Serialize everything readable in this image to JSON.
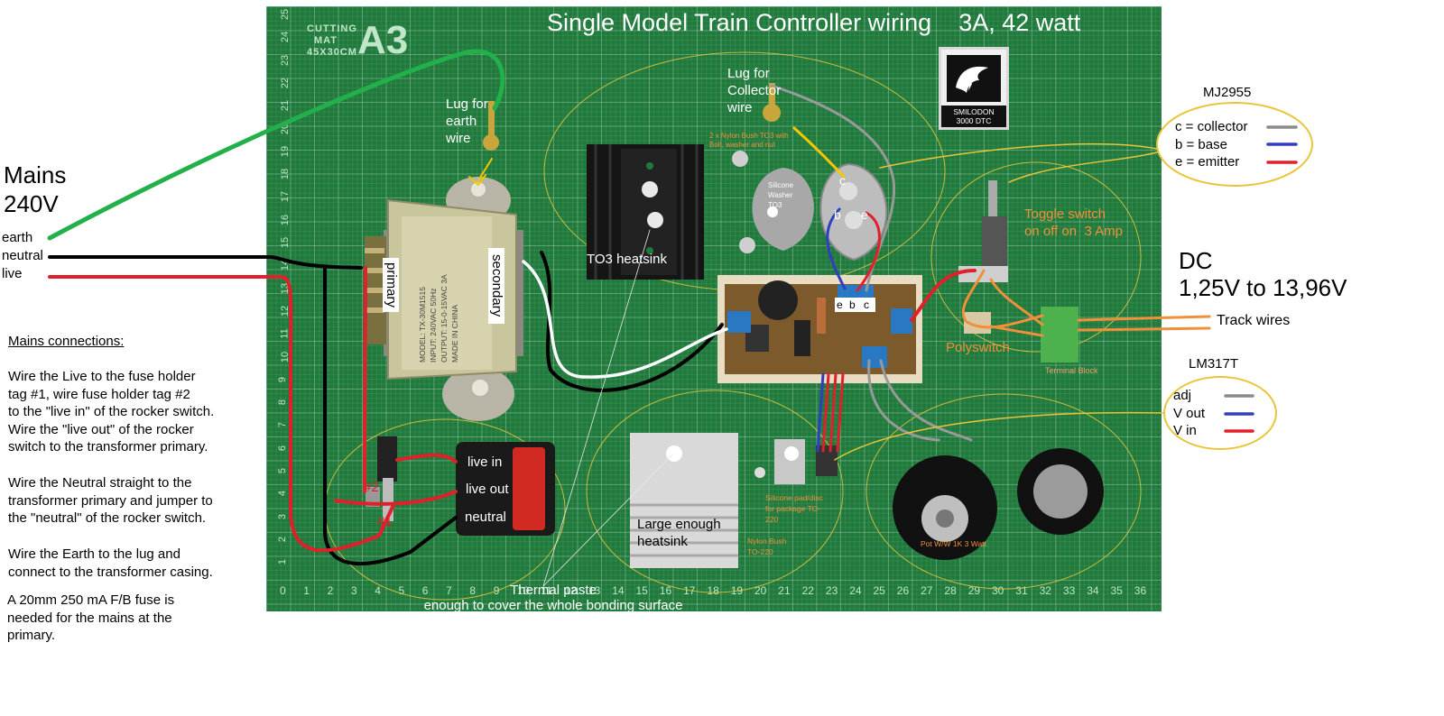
{
  "title": "Single Model Train Controller wiring    3A, 42 watt",
  "mat": {
    "brand_top": "CUTTING",
    "brand_mid": "MAT",
    "brand_size": "45X30CM",
    "format": "A3"
  },
  "logo": {
    "line1": "SMILODON",
    "line2": "3000 DTC"
  },
  "mains": {
    "title_line1": "Mains",
    "title_line2": "240V",
    "earth": "earth",
    "neutral": "neutral",
    "live": "live"
  },
  "mains_connections": {
    "heading": "Mains connections:",
    "para1": [
      "Wire the Live to the fuse holder",
      "tag #1, wire fuse holder tag #2",
      "to the \"live in\" of the rocker switch.",
      "Wire the \"live out\" of the rocker",
      "switch to the transformer primary."
    ],
    "para2": [
      "Wire the Neutral straight to the",
      "transformer primary and jumper to",
      "the \"neutral\" of the rocker switch."
    ],
    "para3": [
      "Wire the Earth to the lug and",
      "connect to the transformer casing."
    ],
    "para4": [
      "A 20mm 250 mA F/B fuse is",
      "needed for the mains at the",
      "primary."
    ]
  },
  "transformer": {
    "primary": "primary",
    "secondary": "secondary",
    "plate": [
      "MODEL: TX-30M1515",
      "INPUT: 240VAC 50Hz",
      "OUTPUT: 15-0-15VAC 3A",
      "MADE IN CHINA"
    ]
  },
  "earth_lug": {
    "line1": "Lug for",
    "line2": "earth",
    "line3": "wire"
  },
  "collector_lug": {
    "line1": "Lug for",
    "line2": "Collector",
    "line3": "wire"
  },
  "nylon_bush_to3": [
    "2 x Nylon Bush TO3 with",
    "Bolt, washer and nut"
  ],
  "silicone_washer": [
    "Silicone",
    "Washer",
    "TO3"
  ],
  "to3_pins": {
    "c": "c",
    "b": "b",
    "e": "e"
  },
  "board_pins": {
    "e": "e",
    "b": "b",
    "c": "c"
  },
  "to3_heatsink": "TO3 heatsink",
  "toggle_switch": {
    "line1": "Toggle switch",
    "line2": "on off on  3 Amp"
  },
  "polyswitch": "Polyswitch",
  "terminal_block": "Terminal Block",
  "dc": {
    "line1": "DC",
    "line2": "1,25V to 13,96V"
  },
  "track_wires": "Track wires",
  "rocker": {
    "live_in": "live in",
    "live_out": "live out",
    "neutral": "neutral"
  },
  "fuse_tags": {
    "tag2": "#2",
    "tag1": "#1"
  },
  "large_heatsink": {
    "line1": "Large enough",
    "line2": "heatsink"
  },
  "silicone_pad": [
    "Silicone pad/disc",
    "for package TO-",
    "220"
  ],
  "nylon_bush_to220": [
    "Nylon Bush",
    "TO-220"
  ],
  "pot": "Pot W/W 1K 3 Watt",
  "thermal_paste": {
    "line1": "Thermal paste",
    "line2": "enough to cover the whole bonding surface"
  },
  "mj2955": {
    "title": "MJ2955",
    "items": [
      {
        "label": "c = collector",
        "color": "#8a8a8a"
      },
      {
        "label": "b = base",
        "color": "#2f3fc0"
      },
      {
        "label": "e = emitter",
        "color": "#e0202a"
      }
    ]
  },
  "lm317t": {
    "title": "LM317T",
    "items": [
      {
        "label": "adj",
        "color": "#8a8a8a"
      },
      {
        "label": "V out",
        "color": "#2f3fc0"
      },
      {
        "label": "V in",
        "color": "#e0202a"
      }
    ]
  },
  "mat_scale_bottom": [
    "0",
    "1",
    "2",
    "3",
    "4",
    "5",
    "6",
    "7",
    "8",
    "9",
    "10",
    "11",
    "12",
    "13",
    "14",
    "15",
    "16",
    "17",
    "18",
    "19",
    "20",
    "21",
    "22",
    "23",
    "24",
    "25",
    "26",
    "27",
    "28",
    "29",
    "30",
    "31",
    "32",
    "33",
    "34",
    "35",
    "36"
  ],
  "mat_scale_left": [
    "25",
    "24",
    "23",
    "22",
    "21",
    "20",
    "19",
    "18",
    "17",
    "16",
    "15",
    "14",
    "13",
    "12",
    "11",
    "10",
    "9",
    "8",
    "7",
    "6",
    "5",
    "4",
    "3",
    "2",
    "1"
  ],
  "colors": {
    "mat": "#1f7a3c",
    "earth_wire": "#22b04a",
    "live_wire": "#e0202a",
    "neutral_wire": "#000000",
    "ellipse": "#e8c53a",
    "dc_wire": "#f0903a"
  }
}
